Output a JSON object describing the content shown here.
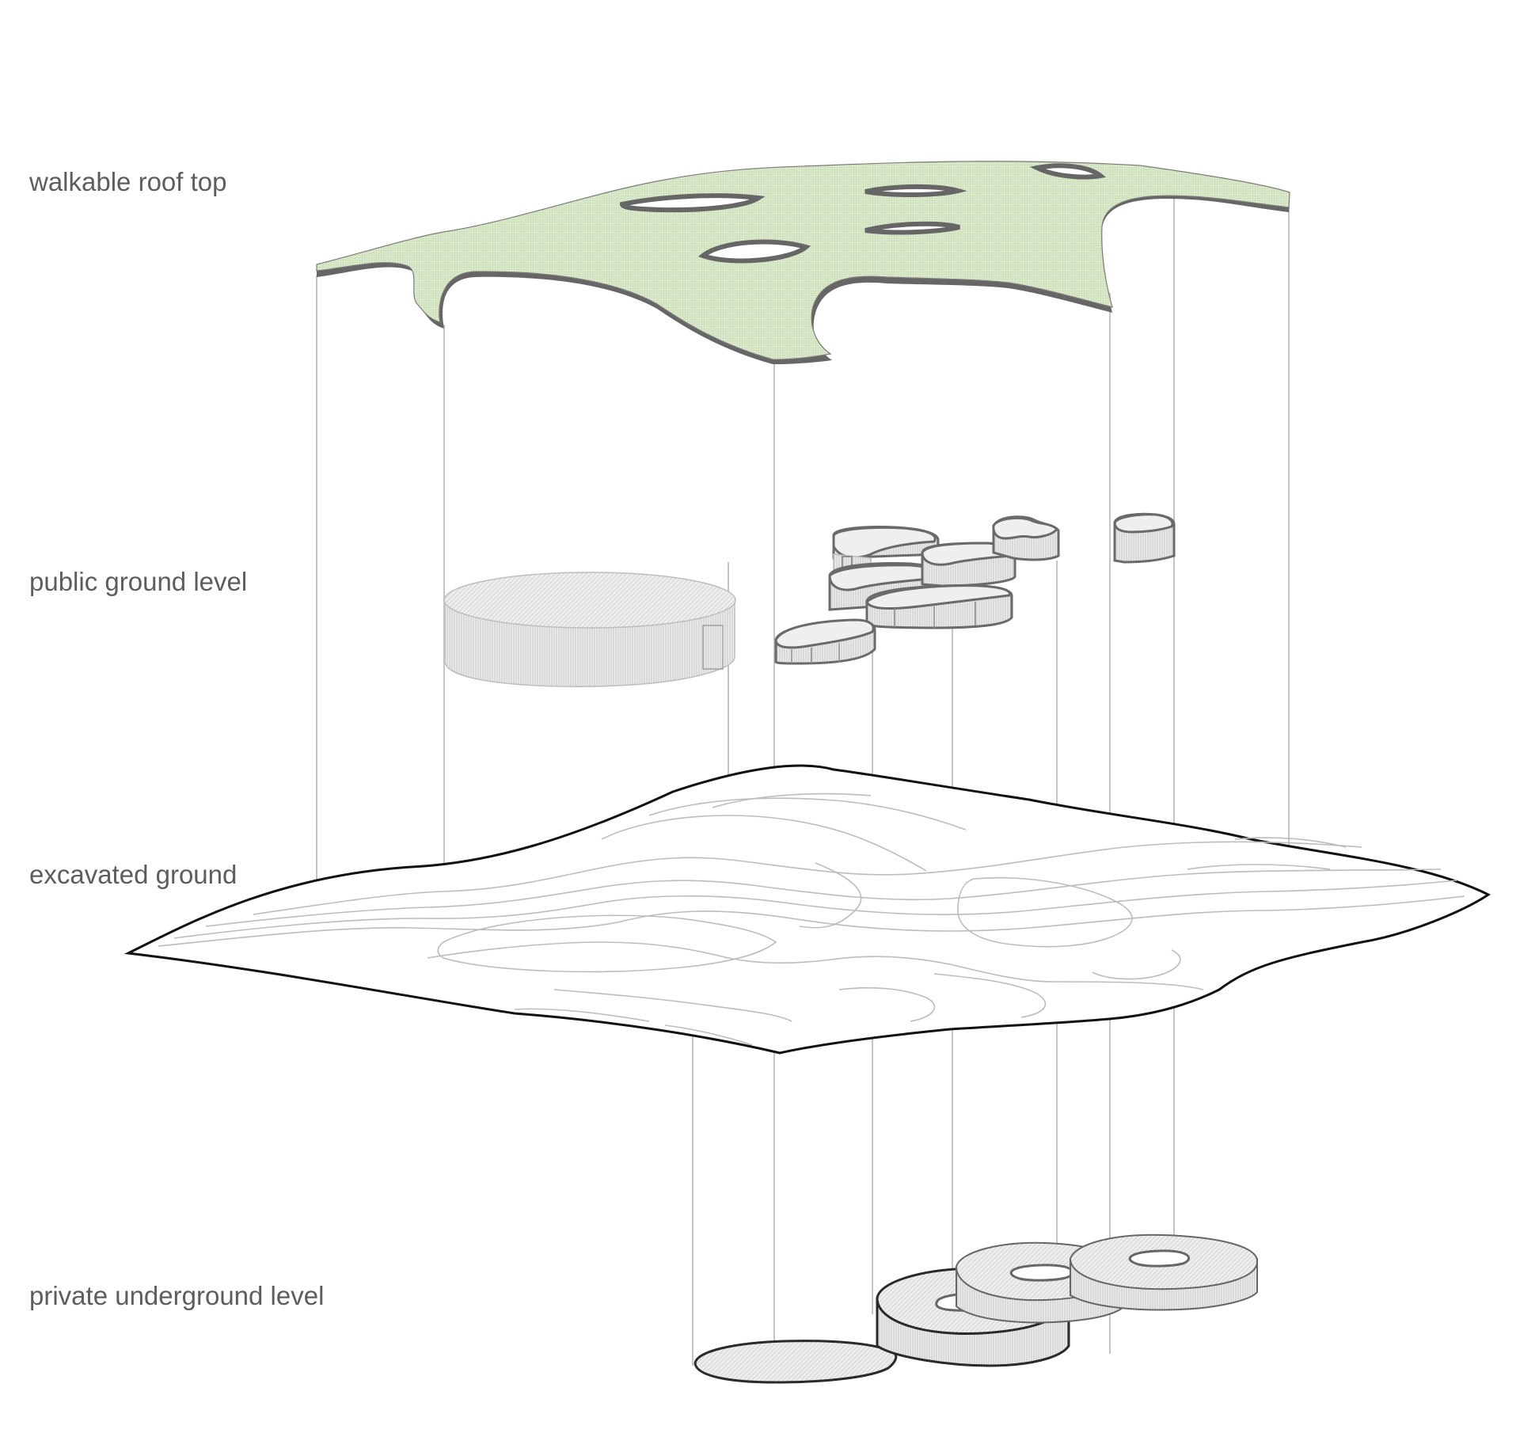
{
  "layers": [
    {
      "id": "roof",
      "label": "walkable roof top",
      "fill": "#d6e6c4",
      "edge": "#5e5e5e"
    },
    {
      "id": "public",
      "label": "public ground level",
      "fill": "#e9e9e9",
      "edge": "#6a6a6a"
    },
    {
      "id": "excavated",
      "label": "excavated ground",
      "fill": "#ffffff",
      "edge": "#111111"
    },
    {
      "id": "private",
      "label": "private underground level",
      "fill": "#e4e4e4",
      "edge": "#2a2a2a"
    }
  ],
  "colors": {
    "background": "#ffffff",
    "label_text": "#5d5d5d",
    "connector_lines": "#c4c4c4",
    "contour_lines": "#bcbcbc"
  }
}
